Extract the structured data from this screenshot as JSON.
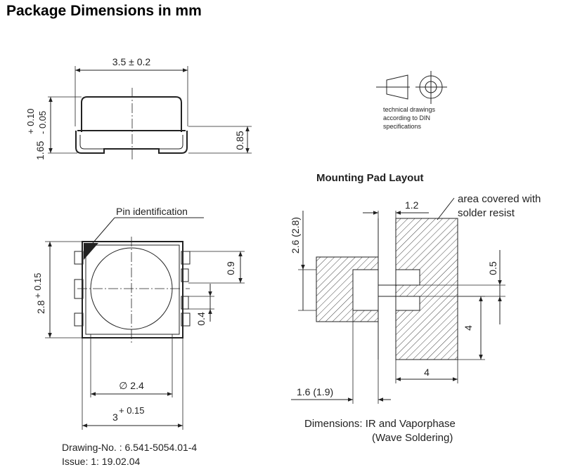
{
  "title": "Package Dimensions in mm",
  "side_view": {
    "width_dim": "3.5 ± 0.2",
    "height_dim": {
      "base": "1.65",
      "plus": "+ 0.10",
      "minus": "- 0.05"
    },
    "lead_dim": "0.85"
  },
  "din_note": {
    "lines": [
      "technical drawings",
      "according to DIN",
      "specifications"
    ]
  },
  "top_view": {
    "pin_label": "Pin identification",
    "height_dim": {
      "base": "2.8",
      "tol": "+ 0.15"
    },
    "pad_dim_upper": "0.9",
    "pad_dim_lower": "0.4",
    "lens_dim": "∅ 2.4",
    "width_dim": {
      "base": "3",
      "tol": "+ 0.15"
    }
  },
  "mounting": {
    "heading": "Mounting Pad Layout",
    "resist_label": [
      "area covered with",
      "solder resist"
    ],
    "dim_top": "1.2",
    "dim_left": "2.6 (2.8)",
    "dim_gap": "0.5",
    "dim_height": "4",
    "dim_width": "4",
    "dim_bottom": "1.6 (1.9)",
    "note": [
      "Dimensions: IR and Vaporphase",
      "(Wave Soldering)"
    ]
  },
  "drawing_info": {
    "number": "Drawing-No. : 6.541-5054.01-4",
    "issue": "Issue: 1: 19.02.04"
  }
}
